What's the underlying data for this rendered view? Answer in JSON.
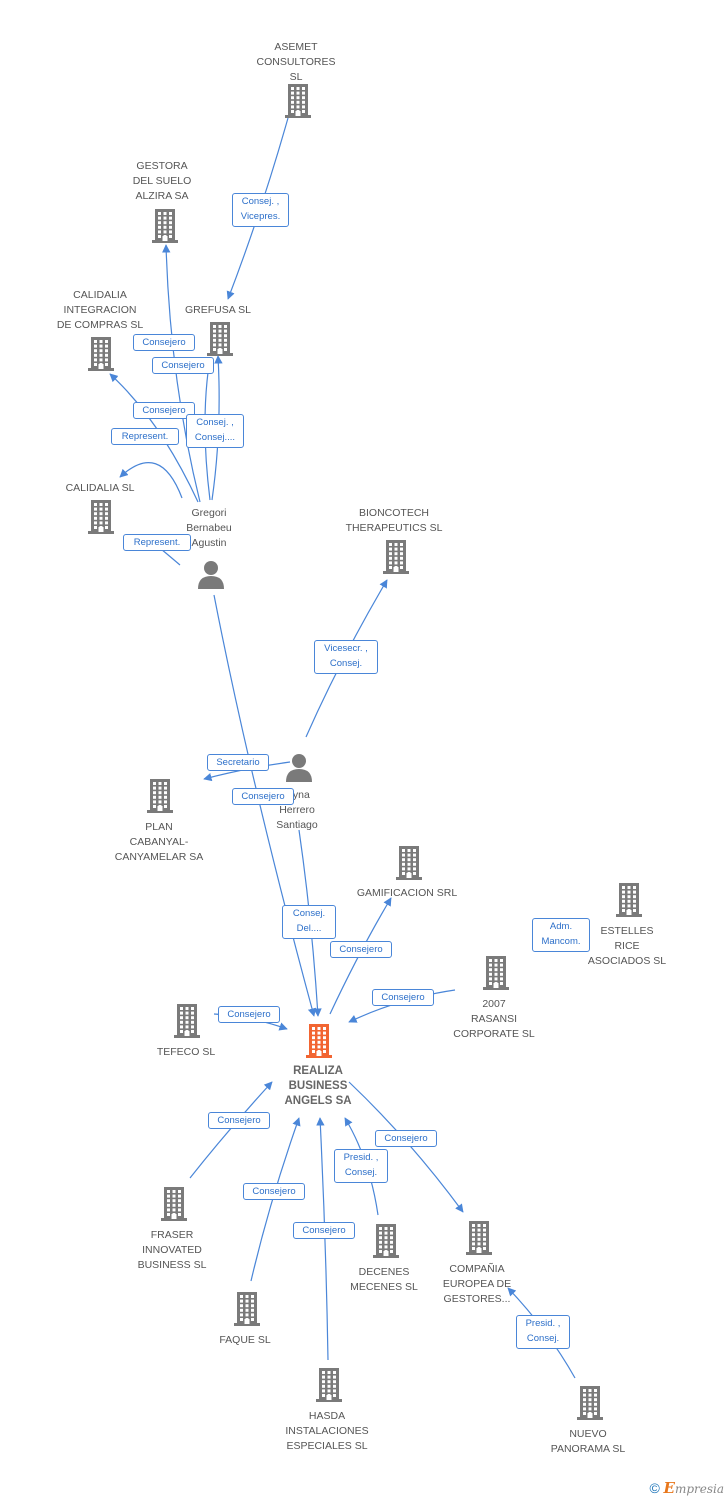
{
  "colors": {
    "edge": "#4a86d8",
    "building": "#7a7a7a",
    "main_building": "#f26532",
    "person": "#7a7a7a"
  },
  "nodes": [
    {
      "id": "asemet",
      "type": "company",
      "label": "ASEMET\nCONSULTORES\nSL",
      "icon": "building-icon"
    },
    {
      "id": "gestora",
      "type": "company",
      "label": "GESTORA\nDEL SUELO\nALZIRA SA",
      "icon": "building-icon"
    },
    {
      "id": "grefusa",
      "type": "company",
      "label": "GREFUSA SL",
      "icon": "building-icon"
    },
    {
      "id": "calidalia_int",
      "type": "company",
      "label": "CALIDALIA\nINTEGRACION\nDE COMPRAS SL",
      "icon": "building-icon"
    },
    {
      "id": "calidalia",
      "type": "company",
      "label": "CALIDALIA SL",
      "icon": "building-icon"
    },
    {
      "id": "gregori",
      "type": "person",
      "label": "Gregori\nBernabeu\nAgustin",
      "icon": "person-icon"
    },
    {
      "id": "bioncotech",
      "type": "company",
      "label": "BIONCOTECH\nTHERAPEUTICS SL",
      "icon": "building-icon"
    },
    {
      "id": "person2",
      "type": "person",
      "label": "...yna\nHerrero\nSantiago",
      "icon": "person-icon"
    },
    {
      "id": "plan",
      "type": "company",
      "label": "PLAN\nCABANYAL-\nCANYAMELAR SA",
      "icon": "building-icon"
    },
    {
      "id": "gamificacion",
      "type": "company",
      "label": "GAMIFICACION SRL",
      "icon": "building-icon"
    },
    {
      "id": "estelles",
      "type": "company",
      "label": "ESTELLES\nRICE\nASOCIADOS SL",
      "icon": "building-icon"
    },
    {
      "id": "rasansi",
      "type": "company",
      "label": "2007\nRASANSI\nCORPORATE SL",
      "icon": "building-icon"
    },
    {
      "id": "tefeco",
      "type": "company",
      "label": "TEFECO SL",
      "icon": "building-icon"
    },
    {
      "id": "realiza",
      "type": "main",
      "label": "REALIZA\nBUSINESS\nANGELS SA",
      "icon": "building-icon"
    },
    {
      "id": "fraser",
      "type": "company",
      "label": "FRASER\nINNOVATED\nBUSINESS SL",
      "icon": "building-icon"
    },
    {
      "id": "faque",
      "type": "company",
      "label": "FAQUE SL",
      "icon": "building-icon"
    },
    {
      "id": "hasda",
      "type": "company",
      "label": "HASDA\nINSTALACIONES\nESPECIALES SL",
      "icon": "building-icon"
    },
    {
      "id": "decenes",
      "type": "company",
      "label": "DECENES\nMECENES  SL",
      "icon": "building-icon"
    },
    {
      "id": "compania",
      "type": "company",
      "label": "COMPAÑIA\nEUROPEA DE\nGESTORES...",
      "icon": "building-icon"
    },
    {
      "id": "nuevo",
      "type": "company",
      "label": "NUEVO\nPANORAMA SL",
      "icon": "building-icon"
    }
  ],
  "relations": [
    {
      "id": "r_asemet",
      "label": "Consej. ,\nVicepres."
    },
    {
      "id": "r_consejero_cal",
      "label": "Consejero"
    },
    {
      "id": "r_consejero_gref",
      "label": "Consejero"
    },
    {
      "id": "r_consejero_gest",
      "label": "Consejero"
    },
    {
      "id": "r_consej_gref2",
      "label": "Consej. ,\nConsej...."
    },
    {
      "id": "r_represent1",
      "label": "Represent."
    },
    {
      "id": "r_represent2",
      "label": "Represent."
    },
    {
      "id": "r_bioncotech",
      "label": "Vicesecr. ,\nConsej."
    },
    {
      "id": "r_secretario",
      "label": "Secretario"
    },
    {
      "id": "r_consejero_plan",
      "label": "Consejero"
    },
    {
      "id": "r_consej_del",
      "label": "Consej.\nDel...."
    },
    {
      "id": "r_gamificacion",
      "label": "Consejero"
    },
    {
      "id": "r_estelles",
      "label": "Adm.\nMancom."
    },
    {
      "id": "r_rasansi",
      "label": "Consejero"
    },
    {
      "id": "r_tefeco",
      "label": "Consejero"
    },
    {
      "id": "r_fraser",
      "label": "Consejero"
    },
    {
      "id": "r_faque",
      "label": "Consejero"
    },
    {
      "id": "r_hasda",
      "label": "Consejero"
    },
    {
      "id": "r_decenes",
      "label": "Presid. ,\nConsej."
    },
    {
      "id": "r_compania",
      "label": "Consejero"
    },
    {
      "id": "r_nuevo",
      "label": "Presid. ,\nConsej."
    }
  ],
  "footer": {
    "copyright": "©",
    "brand_initial": "E",
    "brand_rest": "mpresia"
  }
}
